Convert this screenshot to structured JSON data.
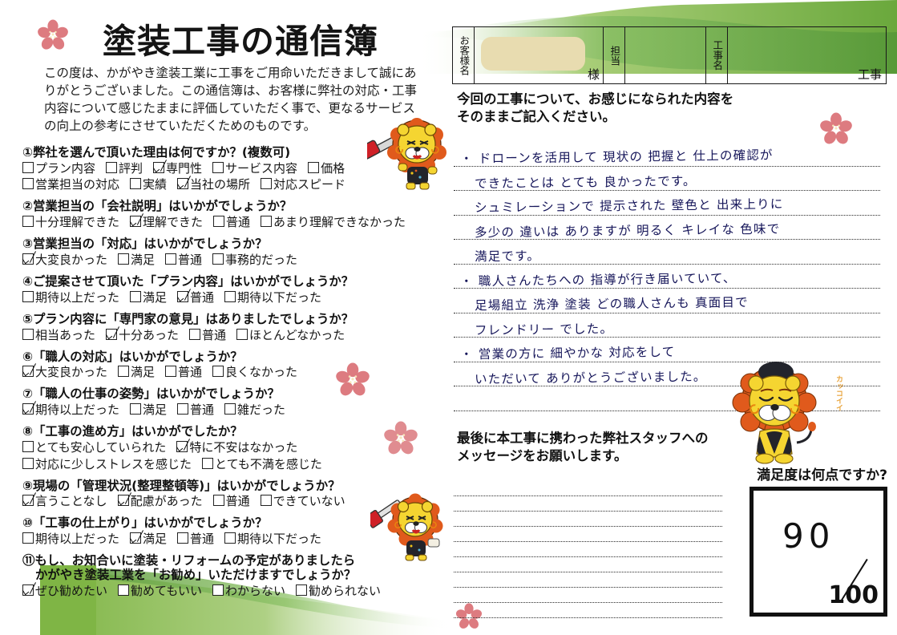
{
  "header": {
    "title": "塗装工事の通信簿",
    "intro": "この度は、かがやき塗装工業に工事をご用命いただきまして誠にありがとうございました。この通信簿は、お客様に弊社の対応・工事内容について感じたままに評価していただく事で、更なるサービスの向上の参考にさせていただくためのものです。"
  },
  "info_table": {
    "customer_label": "お客様名",
    "customer_value": "",
    "sama_suffix": "様",
    "staff_label": "担当",
    "staff_value": "",
    "project_label": "工事名",
    "project_value": "工事"
  },
  "questions": [
    {
      "number": "①",
      "text": "弊社を選んで頂いた理由は何ですか？(複数可)",
      "rows": [
        [
          {
            "label": "プラン内容",
            "checked": false
          },
          {
            "label": "評判",
            "checked": false
          },
          {
            "label": "専門性",
            "checked": true
          },
          {
            "label": "サービス内容",
            "checked": false
          },
          {
            "label": "価格",
            "checked": false
          }
        ],
        [
          {
            "label": "営業担当の対応",
            "checked": false
          },
          {
            "label": "実績",
            "checked": false
          },
          {
            "label": "当社の場所",
            "checked": true
          },
          {
            "label": "対応スピード",
            "checked": false
          }
        ]
      ]
    },
    {
      "number": "②",
      "text": "営業担当の「会社説明」はいかがでしょうか？",
      "rows": [
        [
          {
            "label": "十分理解できた",
            "checked": false
          },
          {
            "label": "理解できた",
            "checked": true
          },
          {
            "label": "普通",
            "checked": false
          },
          {
            "label": "あまり理解できなかった",
            "checked": false
          }
        ]
      ]
    },
    {
      "number": "③",
      "text": "営業担当の「対応」はいかがでしょうか？",
      "rows": [
        [
          {
            "label": "大変良かった",
            "checked": true
          },
          {
            "label": "満足",
            "checked": false
          },
          {
            "label": "普通",
            "checked": false
          },
          {
            "label": "事務的だった",
            "checked": false
          }
        ]
      ]
    },
    {
      "number": "④",
      "text": "ご提案させて頂いた「プラン内容」はいかがでしょうか？",
      "rows": [
        [
          {
            "label": "期待以上だった",
            "checked": false
          },
          {
            "label": "満足",
            "checked": false
          },
          {
            "label": "普通",
            "checked": true
          },
          {
            "label": "期待以下だった",
            "checked": false
          }
        ]
      ]
    },
    {
      "number": "⑤",
      "text": "プラン内容に「専門家の意見」はありましたでしょうか？",
      "rows": [
        [
          {
            "label": "相当あった",
            "checked": false
          },
          {
            "label": "十分あった",
            "checked": true
          },
          {
            "label": "普通",
            "checked": false
          },
          {
            "label": "ほとんどなかった",
            "checked": false
          }
        ]
      ]
    },
    {
      "number": "⑥",
      "text": "「職人の対応」はいかがでしょうか？",
      "rows": [
        [
          {
            "label": "大変良かった",
            "checked": true
          },
          {
            "label": "満足",
            "checked": false
          },
          {
            "label": "普通",
            "checked": false
          },
          {
            "label": "良くなかった",
            "checked": false
          }
        ]
      ]
    },
    {
      "number": "⑦",
      "text": "「職人の仕事の姿勢」はいかがでしょうか？",
      "rows": [
        [
          {
            "label": "期待以上だった",
            "checked": true
          },
          {
            "label": "満足",
            "checked": false
          },
          {
            "label": "普通",
            "checked": false
          },
          {
            "label": "雑だった",
            "checked": false
          }
        ]
      ]
    },
    {
      "number": "⑧",
      "text": "「工事の進め方」はいかがでしたか？",
      "rows": [
        [
          {
            "label": "とても安心していられた",
            "checked": false
          },
          {
            "label": "特に不安はなかった",
            "checked": true
          }
        ],
        [
          {
            "label": "対応に少しストレスを感じた",
            "checked": false
          },
          {
            "label": "とても不満を感じた",
            "checked": false
          }
        ]
      ]
    },
    {
      "number": "⑨",
      "text": "現場の「管理状況(整理整頓等)」はいかがでしょうか？",
      "rows": [
        [
          {
            "label": "言うことなし",
            "checked": true
          },
          {
            "label": "配慮があった",
            "checked": true
          },
          {
            "label": "普通",
            "checked": false
          },
          {
            "label": "できていない",
            "checked": false
          }
        ]
      ]
    },
    {
      "number": "⑩",
      "text": "「工事の仕上がり」はいかがでしょうか？",
      "rows": [
        [
          {
            "label": "期待以上だった",
            "checked": false
          },
          {
            "label": "満足",
            "checked": true
          },
          {
            "label": "普通",
            "checked": false
          },
          {
            "label": "期待以下だった",
            "checked": false
          }
        ]
      ]
    },
    {
      "number": "⑪",
      "text": "もし、お知合いに塗装・リフォームの予定がありましたら",
      "text2": "かがやき塗装工業を「お勧め」いただけますでしょうか？",
      "rows": [
        [
          {
            "label": "ぜひ勧めたい",
            "checked": true
          },
          {
            "label": "勧めてもいい",
            "checked": false
          },
          {
            "label": "わからない",
            "checked": false
          },
          {
            "label": "勧められない",
            "checked": false
          }
        ]
      ]
    }
  ],
  "comment_section": {
    "instruction_line1": "今回の工事について、お感じになられた内容を",
    "instruction_line2": "そのままご記入ください。",
    "handwritten_lines": [
      "・ ドローンを活用して 現状の 把握と 仕上の確認が",
      "できたことは とても 良かったです。",
      "シュミレーションで 提示された 壁色と 出来上りに",
      "多少の 違いは ありますが 明るく キレイな 色味で",
      "満足です。",
      "・ 職人さんたちへの 指導が行き届いていて、",
      "足場組立 洗浄 塗装 どの職人さんも 真面目で",
      "フレンドリー でした。",
      "・ 営業の方に 細やかな 対応をして",
      "いただいて ありがとうございました。"
    ]
  },
  "staff_message_section": {
    "instruction_line1": "最後に本工事に携わった弊社スタッフへの",
    "instruction_line2": "メッセージをお願いします。",
    "blank_line_count": 9
  },
  "score": {
    "question": "満足度は何点ですか?",
    "value": "90",
    "max": "100"
  },
  "mascot": {
    "speech_label": "カッコイイ"
  },
  "colors": {
    "green_dark": "#5e9c3f",
    "green_mid": "#8cbf53",
    "green_light": "#b9d98c",
    "sakura_pink": "#dd7b80",
    "redact_beige": "#e8dcb0",
    "hand_ink": "#16165a",
    "lion_yellow": "#f5d531",
    "lion_mane": "#e05a1c"
  }
}
